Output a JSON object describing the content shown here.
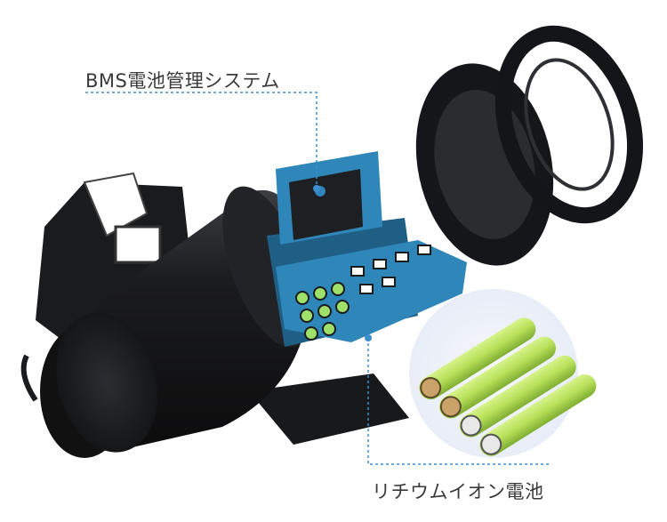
{
  "labels": {
    "bms": "BMS電池管理システム",
    "battery": "リチウムイオン電池"
  },
  "colors": {
    "housing": "#1b1c1e",
    "housing_highlight": "#3a3c40",
    "pcb": "#2f86b8",
    "pcb_dark": "#1f5f86",
    "cell_green": "#b8e05a",
    "cell_green_dark": "#86b53a",
    "callout_line": "#3b8fd0",
    "inset_bg": "#eef2f9"
  },
  "icons": {
    "exploded_view": "exploded-power-station",
    "battery_cells": "battery-cells-icon"
  }
}
